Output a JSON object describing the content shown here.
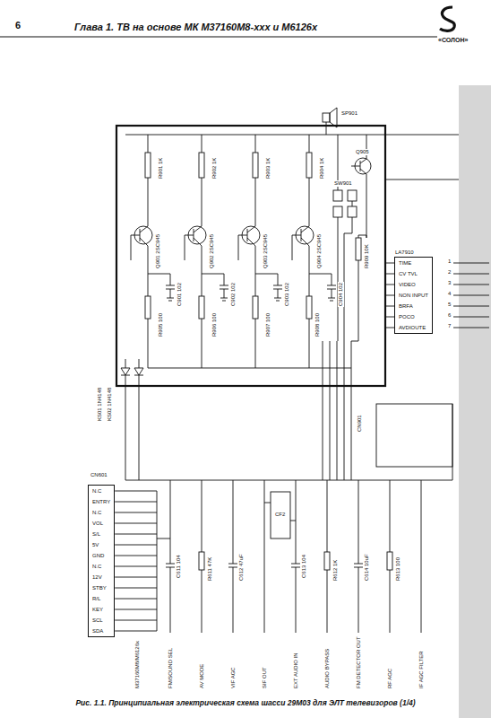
{
  "diagram": {
    "title": "Глава 1. ТВ на основе МК M37160M8-xxx и M6126x",
    "caption": "Рис. 1.1. Принципиальная электрическая схема шасси 29M03 для ЭЛТ телевизоров (1/4)",
    "nodes": [
      {
        "text": [
          "LA7910",
          "TIME",
          "CV TVL",
          "VIDEO",
          "NON INPUT",
          "BRFA",
          "POCO",
          "AVDIOUTE"
        ]
      },
      {
        "text": [
          "N.C",
          "ENTRY",
          "N.C",
          "VOL",
          "S/L",
          "5V",
          "GND",
          "N.C",
          "12V",
          "STBY",
          "R/L",
          "KEY",
          "SCL",
          "SDA"
        ]
      }
    ],
    "labels": [
      "6",
      "«СОЛОН»",
      "R901 1K",
      "R902 1K",
      "R903 1K",
      "R904 1K",
      "Q901 2SC945",
      "Q902 2SC945",
      "Q903 2SC945",
      "Q904 2SC945",
      "C901 102",
      "C902 102",
      "C903 102",
      "C904 102",
      "R905 100",
      "R906 100",
      "R907 100",
      "R908 100",
      "SP901",
      "SW901",
      "Q905",
      "R909 10K",
      "CN901",
      "KS01 1N4148",
      "KS02 1N4148",
      "CN601",
      "C611 104",
      "R611 47K",
      "C612 47uF",
      "CF2",
      "C613 104",
      "R612 1K",
      "M37160M8/M6126x",
      "FM/SOUND SEL",
      "AV MODE",
      "VIF AGC",
      "SIF OUT",
      "EXT AUDIO IN",
      "AUDIO BYPASS",
      "FM DETECTOR OUT",
      "RF AGC",
      "IF AGC FILTER",
      "1",
      "2",
      "3",
      "4",
      "5",
      "6",
      "7",
      "C614 10uF",
      "R613 100"
    ]
  }
}
